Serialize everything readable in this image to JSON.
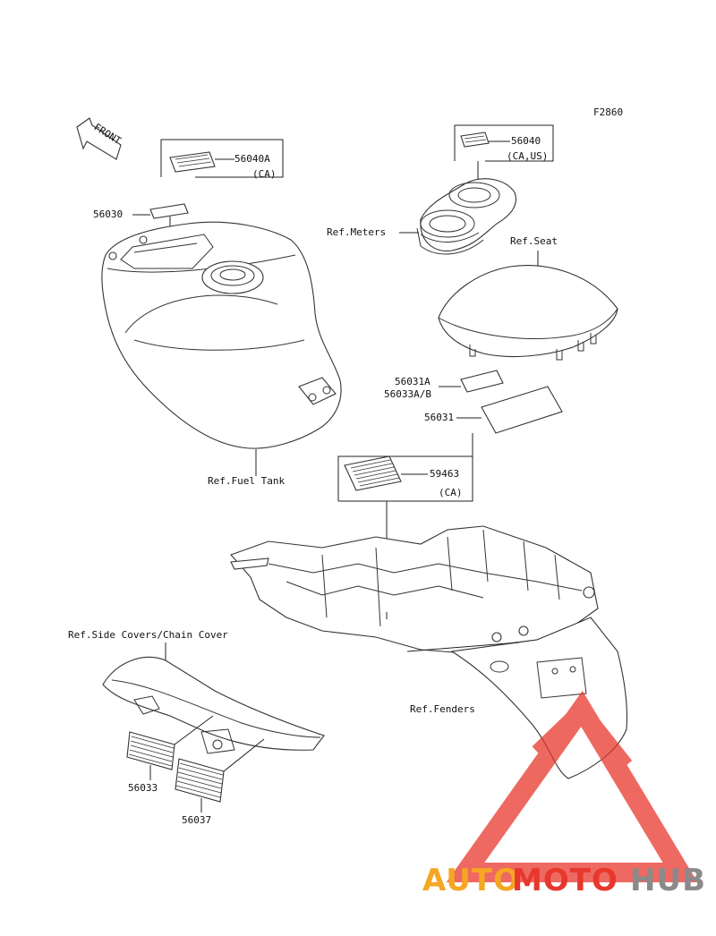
{
  "figure_code": "F2860",
  "direction_label": "FRONT",
  "parts": {
    "p56040A": "56040A",
    "p56040A_note": "(CA)",
    "p56030": "56030",
    "p56040": "56040",
    "p56040_note": "(CA,US)",
    "p56031A": "56031A",
    "p56033AB": "56033A/B",
    "p56031": "56031",
    "p59463": "59463",
    "p59463_note": "(CA)",
    "p56033": "56033",
    "p56037": "56037"
  },
  "refs": {
    "meters": "Ref.Meters",
    "seat": "Ref.Seat",
    "fuel_tank": "Ref.Fuel Tank",
    "side_covers": "Ref.Side Covers/Chain Cover",
    "fenders": "Ref.Fenders"
  },
  "watermark": {
    "part1": "AUTO",
    "part2": "MOTO",
    "part3": "HUB",
    "colors": {
      "orange": "#f5a623",
      "red": "#e8372c",
      "gray": "#8a8a8a"
    }
  }
}
